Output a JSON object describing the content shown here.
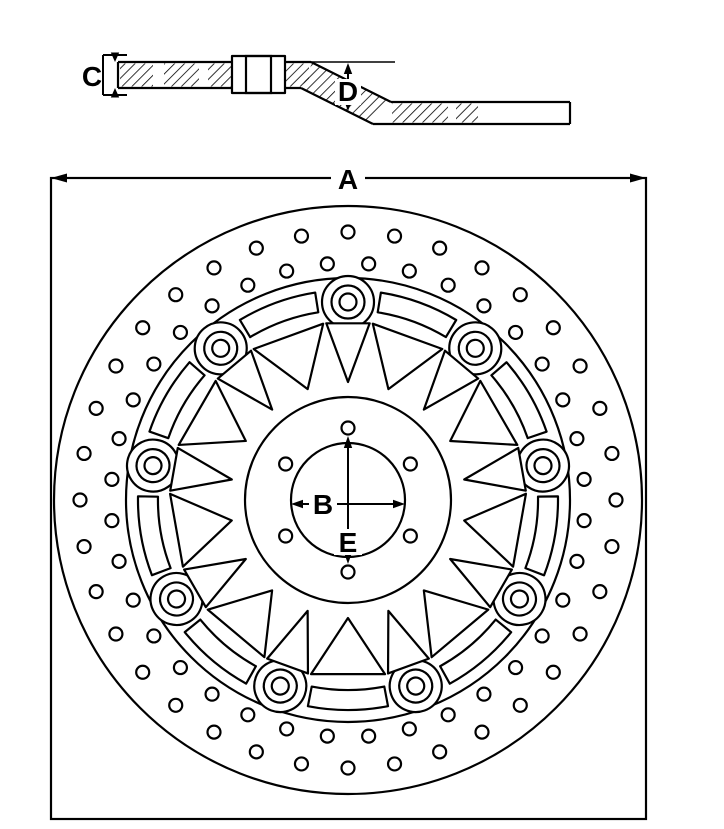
{
  "colors": {
    "line": "#000000",
    "background": "#ffffff"
  },
  "dimension_labels": {
    "outer_diameter": "A",
    "center_bore_diameter": "B",
    "disc_thickness": "C",
    "offset_height": "D",
    "bolt_circle_diameter": "E"
  },
  "diagram": {
    "button_count": 9,
    "bolt_hole_count": 6,
    "drill_holes_per_ring": 36
  }
}
